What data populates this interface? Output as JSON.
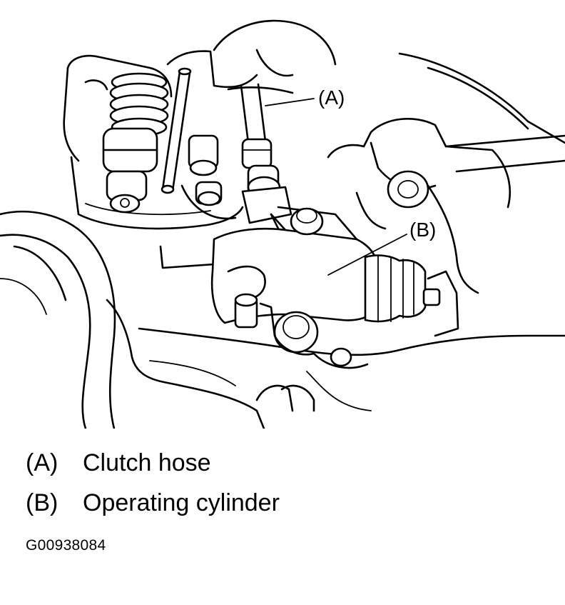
{
  "figure": {
    "callouts": [
      {
        "key": "(A)"
      },
      {
        "key": "(B)"
      }
    ]
  },
  "legend": [
    {
      "key": "(A)",
      "label": "Clutch hose"
    },
    {
      "key": "(B)",
      "label": "Operating cylinder"
    }
  ],
  "figure_id": "G00938084"
}
